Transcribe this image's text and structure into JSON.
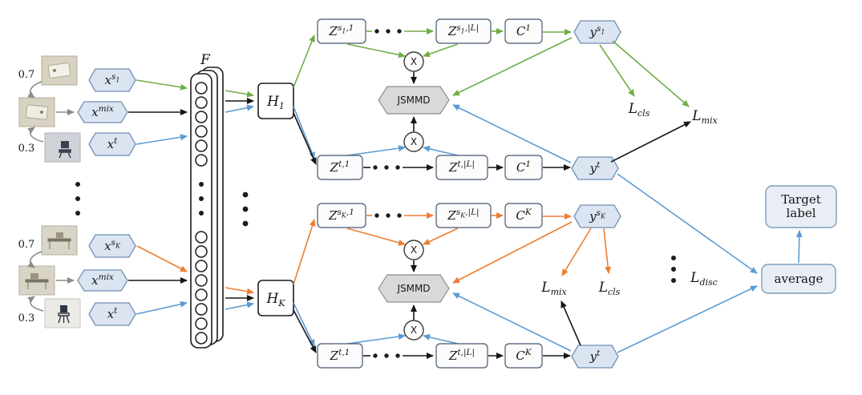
{
  "colors": {
    "source_1_green": "#70ad47",
    "source_K_orange": "#ed7d31",
    "target_blue": "#5b9bd5",
    "mix_black": "#161616",
    "module_gray": "#d9d9d9",
    "node_fill_blue": "#dbe5f2"
  },
  "weights": {
    "high": "0.7",
    "low": "0.3"
  },
  "inputs": {
    "top_source": {
      "b": "x",
      "p1": "s",
      "p2": "1"
    },
    "top_mix": {
      "b": "x",
      "s": "mix"
    },
    "top_target": {
      "b": "x",
      "s": "t"
    },
    "bottom_source": {
      "b": "x",
      "p1": "s",
      "p2": "K"
    },
    "bottom_mix": {
      "b": "x",
      "s": "mix"
    },
    "bottom_target": {
      "b": "x",
      "s": "t"
    }
  },
  "feature_extractor": {
    "label": "F"
  },
  "encoders": {
    "h1": {
      "b": "H",
      "u": "1"
    },
    "hk": {
      "b": "H",
      "u": "K"
    }
  },
  "branch1": {
    "source_row": {
      "z_first": {
        "b": "Z",
        "p1": "s",
        "p2": "1",
        "p3": ",1"
      },
      "z_last": {
        "b": "Z",
        "p1": "s",
        "p2": "1",
        "p3": ",|L|"
      },
      "classifier": {
        "b": "C",
        "s": "1"
      },
      "prediction": {
        "b": "y",
        "p1": "s",
        "p2": "1"
      }
    },
    "target_row": {
      "z_first": {
        "b": "Z",
        "s": "t,1"
      },
      "z_last": {
        "b": "Z",
        "s": "t,|L|"
      },
      "classifier": {
        "b": "C",
        "s": "1"
      },
      "prediction": {
        "b": "y",
        "s": "t"
      }
    },
    "alignment": "JSMMD"
  },
  "branchK": {
    "source_row": {
      "z_first": {
        "b": "Z",
        "p1": "s",
        "p2": "K",
        "p3": ",1"
      },
      "z_last": {
        "b": "Z",
        "p1": "s",
        "p2": "K",
        "p3": ",|L|"
      },
      "classifier": {
        "b": "C",
        "s": "K"
      },
      "prediction": {
        "b": "y",
        "p1": "s",
        "p2": "K"
      }
    },
    "target_row": {
      "z_first": {
        "b": "Z",
        "s": "t,1"
      },
      "z_last": {
        "b": "Z",
        "s": "t,|L|"
      },
      "classifier": {
        "b": "C",
        "s": "K"
      },
      "prediction": {
        "b": "y",
        "s": "t"
      }
    },
    "alignment": "JSMMD"
  },
  "operators": {
    "multiply": "X"
  },
  "losses": {
    "cls": {
      "b": "L",
      "u": "cls"
    },
    "mix": {
      "b": "L",
      "u": "mix"
    },
    "disc": {
      "b": "L",
      "u": "disc"
    }
  },
  "aggregation": {
    "average": "average",
    "target_label_line1": "Target",
    "target_label_line2": "label"
  }
}
